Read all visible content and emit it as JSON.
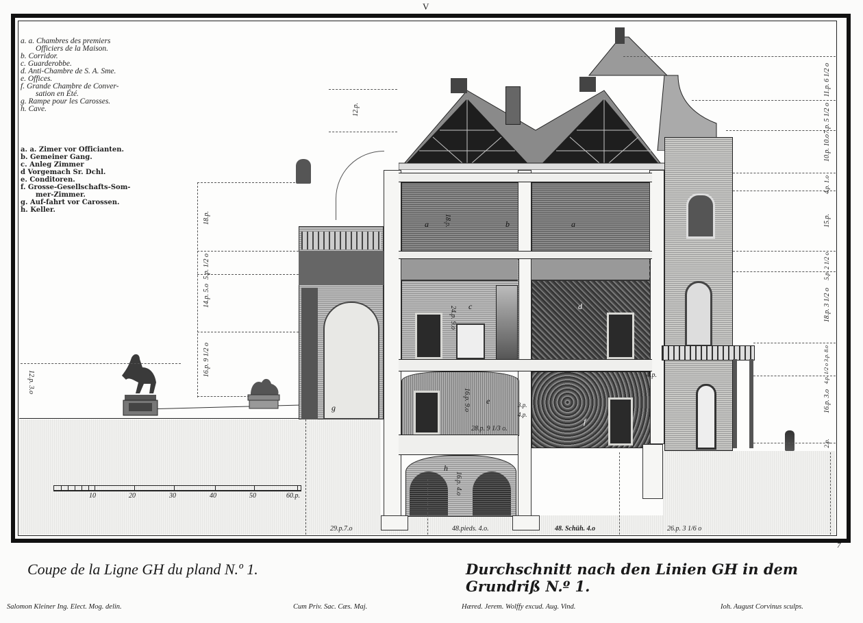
{
  "plate": {
    "number": "V",
    "page_mark": "7"
  },
  "legend_french": {
    "items": [
      {
        "key": "a. a.",
        "text": "Chambres des premiers",
        "cont": "Officiers de la Maison."
      },
      {
        "key": "b.",
        "text": "Corridor."
      },
      {
        "key": "c.",
        "text": "Guarderobbe."
      },
      {
        "key": "d.",
        "text": "Anti-Chambre de S. A. Sme."
      },
      {
        "key": "e.",
        "text": "Offices."
      },
      {
        "key": "f.",
        "text": "Grande Chambre de Conver-",
        "cont": "sation en Été."
      },
      {
        "key": "g.",
        "text": "Rampe pour les Carosses."
      },
      {
        "key": "h.",
        "text": "Cave."
      }
    ]
  },
  "legend_german": {
    "items": [
      {
        "key": "a. a.",
        "text": "Zimer vor Officianten."
      },
      {
        "key": "b.",
        "text": "Gemeiner Gang."
      },
      {
        "key": "c.",
        "text": "Anleg Zimmer"
      },
      {
        "key": "d",
        "text": "Vorgemach Sr. Dchl."
      },
      {
        "key": "e.",
        "text": "Conditoren."
      },
      {
        "key": "f.",
        "text": "Grosse-Gesellschafts-Som-",
        "cont": "mer-Zimmer."
      },
      {
        "key": "g.",
        "text": "Auf-fahrt vor Carossen."
      },
      {
        "key": "h.",
        "text": "Keller."
      }
    ]
  },
  "scale_bar": {
    "labels": [
      "10",
      "20",
      "30",
      "40",
      "50",
      "60.p."
    ]
  },
  "room_labels": {
    "a_left": "a",
    "b": "b",
    "a_right": "a",
    "c": "c",
    "d": "d",
    "e": "e",
    "f": "f",
    "g": "g",
    "h": "h"
  },
  "dimensions": {
    "bottom": [
      "29.p.7.o",
      "48.pieds. 4.o.",
      "48. Schüh. 4.o",
      "26.p. 3 1/6 o"
    ],
    "right": [
      "11.p. 6 1/2 o",
      "7.p. 5 1/2 o",
      "10.p. 10.o",
      "4.p. 1.o",
      "15.p.",
      "5.p. 2 1/2 o",
      "18.p. 3 1/2 o",
      "4.p. 1/2 o  3.p. 8.o",
      "16.p. 3.o",
      "2.p."
    ],
    "left_column": [
      "18.p.",
      "5.p. 1/2 o",
      "14.p. 5.o",
      "16.p. 9 1/2 o"
    ],
    "far_left": "12.p. 3.o",
    "roof_left": "12.p.",
    "interior": {
      "upper_room": "18.p.",
      "middle_room": "24.p. 9.o",
      "lower_room": "16.p. 9.o",
      "lower_width": "28.p. 9 1/3 o.",
      "cellar": "16.p. 4.o",
      "small_1": "3.p.",
      "small_2": "4.p.",
      "right_4p": "4.p."
    }
  },
  "titles": {
    "french": "Coupe de la Ligne GH du pland N.º 1.",
    "german": "Durchschnitt nach den Linien GH in dem Grundriß N.º 1."
  },
  "credits": [
    "Salomon Kleiner Ing. Elect. Mog. delin.",
    "Cum Priv. Sac. Cæs. Maj.",
    "Hæred. Jerem. Wolffy excud. Aug. Vind.",
    "Ioh. August Corvinus sculps."
  ]
}
